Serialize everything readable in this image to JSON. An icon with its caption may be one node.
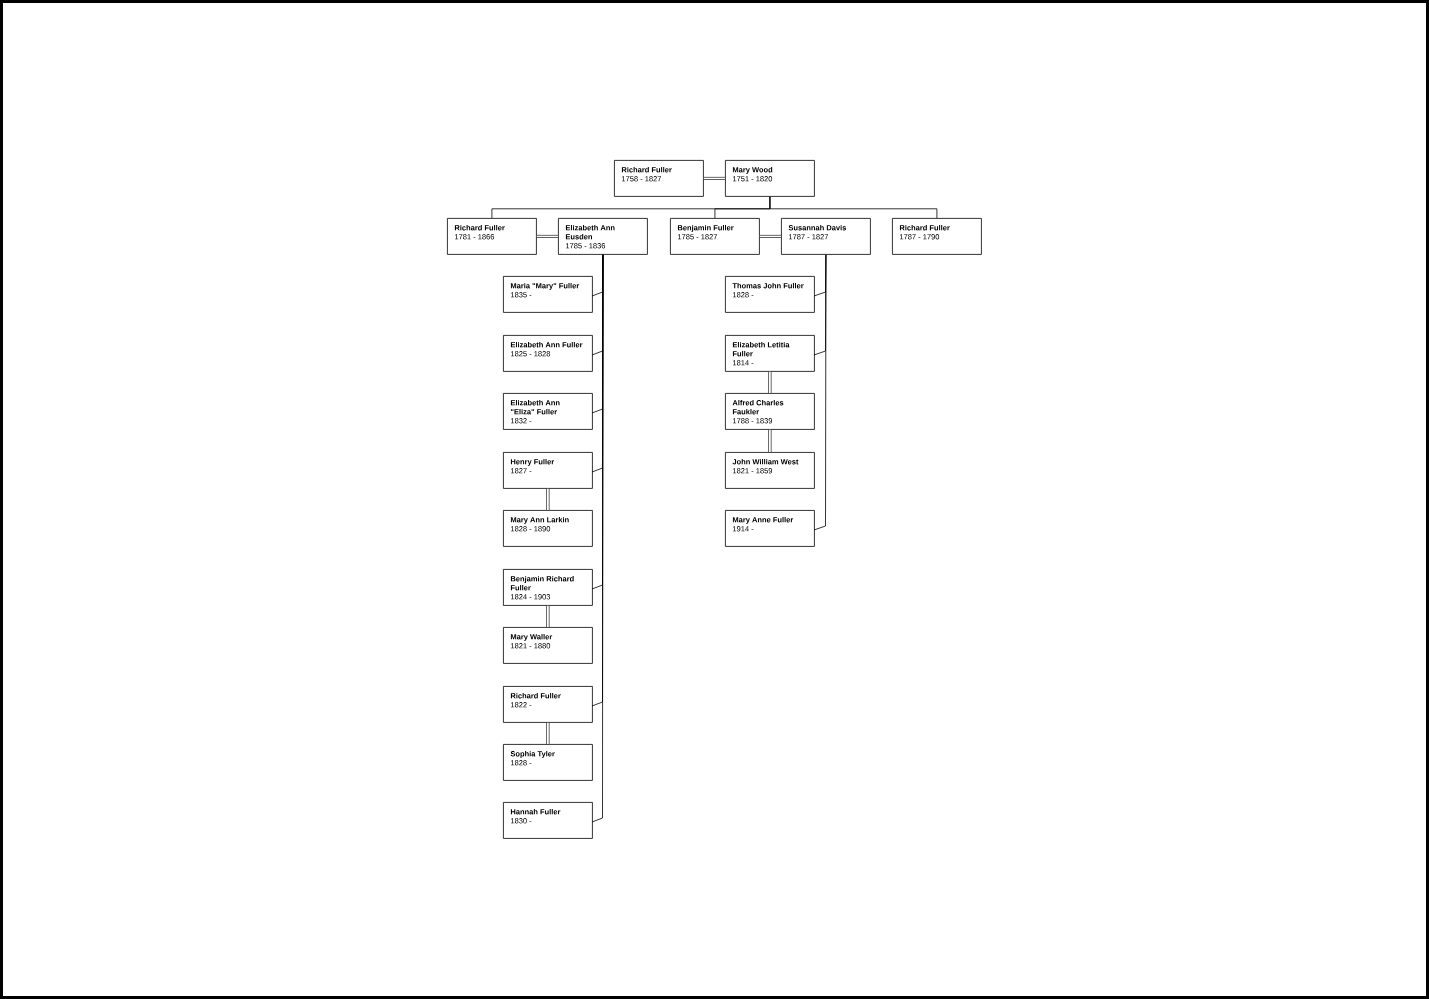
{
  "diagram": {
    "nodes": [
      {
        "text": [
          "Richard Fuller",
          "1758 - 1827"
        ]
      },
      {
        "text": [
          "Mary Wood",
          "1751 - 1820"
        ]
      },
      {
        "text": [
          "Richard Fuller",
          "1781 - 1866"
        ]
      },
      {
        "text": [
          "Elizabeth Ann Eusden",
          "1785 - 1836"
        ]
      },
      {
        "text": [
          "Benjamin Fuller",
          "1785 - 1827"
        ]
      },
      {
        "text": [
          "Susannah Davis",
          "1787 - 1827"
        ]
      },
      {
        "text": [
          "Richard Fuller",
          "1787 - 1790"
        ]
      },
      {
        "text": [
          "Maria \"Mary\" Fuller",
          "1835 -"
        ]
      },
      {
        "text": [
          "Elizabeth Ann Fuller",
          "1825 - 1828"
        ]
      },
      {
        "text": [
          "Elizabeth Ann \"Eliza\" Fuller",
          "1832 -"
        ]
      },
      {
        "text": [
          "Henry Fuller",
          "1827 -"
        ]
      },
      {
        "text": [
          "Mary Ann Larkin",
          "1828 - 1890"
        ]
      },
      {
        "text": [
          "Benjamin Richard Fuller",
          "1824 - 1903"
        ]
      },
      {
        "text": [
          "Mary Waller",
          "1821 - 1880"
        ]
      },
      {
        "text": [
          "Richard Fuller",
          "1822 -"
        ]
      },
      {
        "text": [
          "Sophia Tyler",
          "1828 -"
        ]
      },
      {
        "text": [
          "Hannah Fuller",
          "1830 -"
        ]
      },
      {
        "text": [
          "Thomas John Fuller",
          "1828 -"
        ]
      },
      {
        "text": [
          "Elizabeth Letitia Fuller",
          "1814 -"
        ]
      },
      {
        "text": [
          "Alfred Charles Faukler",
          "1788 - 1839"
        ]
      },
      {
        "text": [
          "John William West",
          "1821 - 1859"
        ]
      },
      {
        "text": [
          "Mary Anne Fuller",
          "1914 -"
        ]
      }
    ],
    "edges": [
      {
        "from": 0,
        "to": 1,
        "arrow": "none",
        "style": "thick"
      },
      {
        "from": 1,
        "to": 2,
        "arrow": "none"
      },
      {
        "from": 1,
        "to": 4,
        "arrow": "none"
      },
      {
        "from": 1,
        "to": 6,
        "arrow": "none"
      },
      {
        "from": 2,
        "to": 3,
        "arrow": "none",
        "style": "thick"
      },
      {
        "from": 4,
        "to": 5,
        "arrow": "none",
        "style": "thick"
      },
      {
        "from": 3,
        "to": 7,
        "arrow": "none"
      },
      {
        "from": 3,
        "to": 8,
        "arrow": "none"
      },
      {
        "from": 3,
        "to": 9,
        "arrow": "none"
      },
      {
        "from": 3,
        "to": 10,
        "arrow": "none"
      },
      {
        "from": 3,
        "to": 12,
        "arrow": "none"
      },
      {
        "from": 3,
        "to": 14,
        "arrow": "none"
      },
      {
        "from": 3,
        "to": 16,
        "arrow": "none"
      },
      {
        "from": 10,
        "to": 11,
        "arrow": "none",
        "style": "thick"
      },
      {
        "from": 12,
        "to": 13,
        "arrow": "none",
        "style": "thick"
      },
      {
        "from": 14,
        "to": 15,
        "arrow": "none",
        "style": "thick"
      },
      {
        "from": 5,
        "to": 17,
        "arrow": "none"
      },
      {
        "from": 5,
        "to": 18,
        "arrow": "none"
      },
      {
        "from": 5,
        "to": 21,
        "arrow": "none"
      },
      {
        "from": 18,
        "to": 19,
        "arrow": "none",
        "style": "thick"
      },
      {
        "from": 19,
        "to": 20,
        "arrow": "none",
        "style": "thick"
      }
    ]
  }
}
